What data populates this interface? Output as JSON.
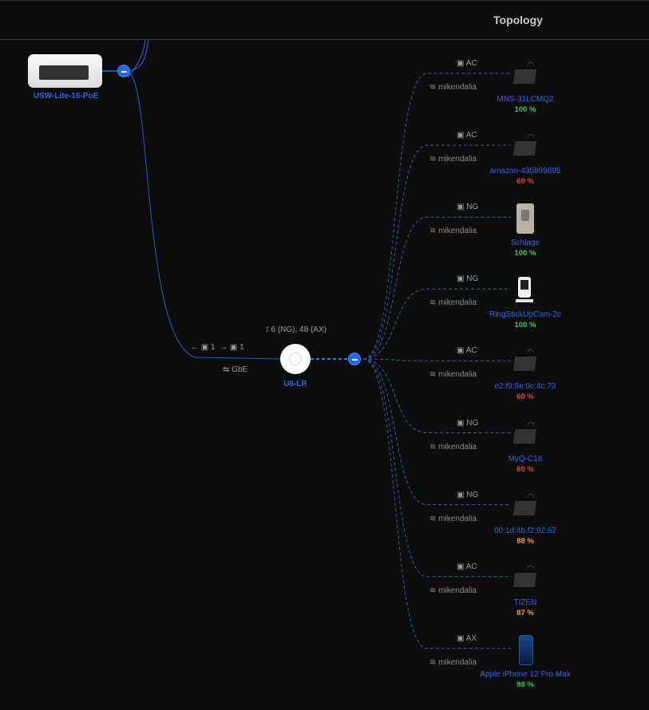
{
  "header": {
    "title": "Topology"
  },
  "switch": {
    "name": "USW-Lite-16-PoE"
  },
  "ap": {
    "name": "U6-LR",
    "channels": "6 (NG), 48 (AX)",
    "uplink_left": "1",
    "uplink_right": "1",
    "speed": "GbE"
  },
  "colors": {
    "link": "#2f64e6",
    "good": "#3bc35b",
    "bad": "#e9433a",
    "warn": "#f5a13c"
  },
  "clients": [
    {
      "band": "AC",
      "ssid": "mikendalia",
      "name": "MNS-31LCMQ2",
      "signal": "100 %",
      "level": "good",
      "icon": "generic-device-icon"
    },
    {
      "band": "AC",
      "ssid": "mikendalia",
      "name": "amazon-435899895",
      "signal": "60 %",
      "level": "bad",
      "icon": "generic-device-icon"
    },
    {
      "band": "NG",
      "ssid": "mikendalia",
      "name": "Schlage",
      "signal": "100 %",
      "level": "good",
      "icon": "lock-icon"
    },
    {
      "band": "NG",
      "ssid": "mikendalia",
      "name": "RingStickUpCam-2c",
      "signal": "100 %",
      "level": "good",
      "icon": "camera-icon"
    },
    {
      "band": "AC",
      "ssid": "mikendalia",
      "name": "e2:f9:5e:0c:4c:73",
      "signal": "60 %",
      "level": "bad",
      "icon": "generic-device-icon"
    },
    {
      "band": "NG",
      "ssid": "mikendalia",
      "name": "MyQ-C16",
      "signal": "60 %",
      "level": "bad",
      "icon": "generic-device-icon"
    },
    {
      "band": "NG",
      "ssid": "mikendalia",
      "name": "00:1d:4b:f2:92:62",
      "signal": "88 %",
      "level": "warn",
      "icon": "generic-device-icon"
    },
    {
      "band": "AC",
      "ssid": "mikendalia",
      "name": "TIZEN",
      "signal": "87 %",
      "level": "warn",
      "icon": "generic-device-icon"
    },
    {
      "band": "AX",
      "ssid": "mikendalia",
      "name": "Apple iPhone 12 Pro Max",
      "signal": "98 %",
      "level": "good",
      "icon": "phone-icon"
    }
  ]
}
